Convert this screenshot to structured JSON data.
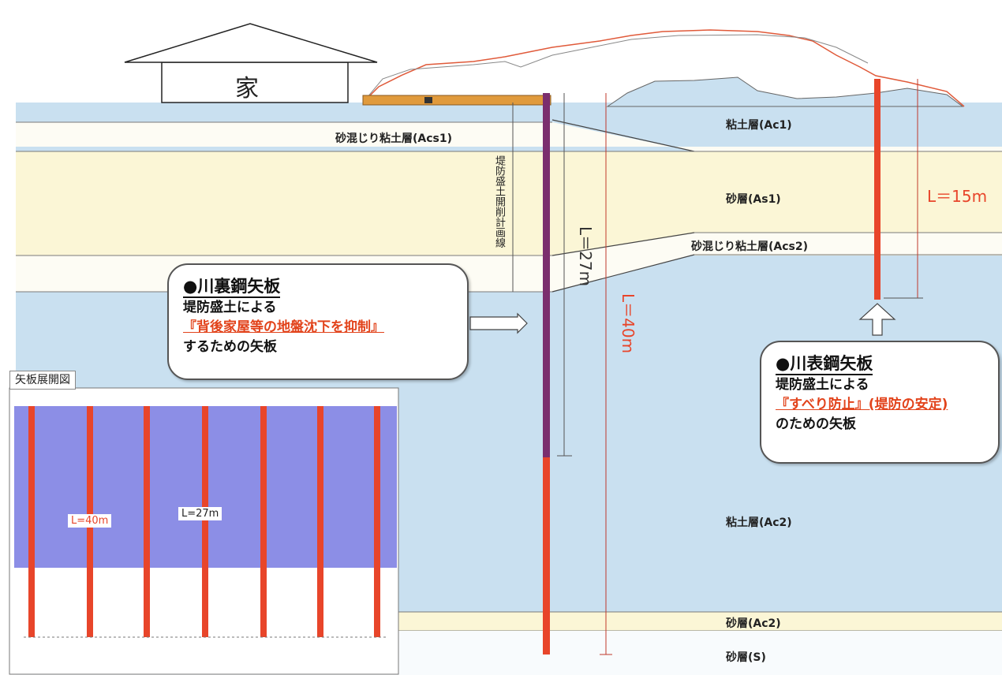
{
  "house": {
    "label": "家"
  },
  "layers": {
    "ac1": "粘土層(Ac1)",
    "acs1": "砂混じり粘土層(Acs1)",
    "as1": "砂層(As1)",
    "acs2": "砂混じり粘土層(Acs2)",
    "ac2": "粘土層(Ac2)",
    "ac2_sand": "砂層(Ac2)",
    "s": "砂層(S)"
  },
  "vertical_note": "堤防盛土開削計画線",
  "lengths": {
    "l15": "L＝15m",
    "l27": "L＝27m",
    "l40": "L＝40m"
  },
  "callout_back": {
    "title": "●川裏鋼矢板",
    "line1": "堤防盛土による",
    "highlight": "『背後家屋等の地盤沈下を抑制』",
    "line3": "するための矢板"
  },
  "callout_front": {
    "title": "●川表鋼矢板",
    "line1": "堤防盛土による",
    "highlight": "『すべり防止』(堤防の安定)",
    "line3": "のための矢板"
  },
  "inset": {
    "title": "矢板展開図",
    "label_40": "L=40m",
    "label_27": "L=27m"
  },
  "colors": {
    "clay": "#c9e0f0",
    "sand": "#fbf6d6",
    "mixed": "#fdfcf4",
    "pile_red": "#e8452a",
    "pile_purple": "#7b2e6e",
    "inset_blue": "#8c8ee6"
  }
}
